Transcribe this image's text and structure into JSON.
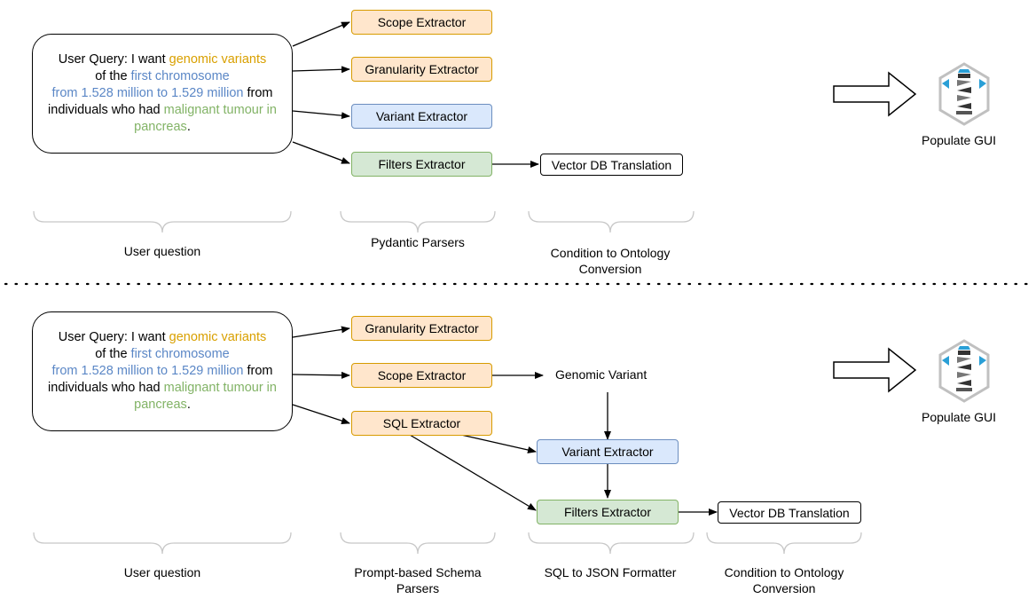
{
  "top": {
    "query": {
      "prefix": "User Query: I want ",
      "highlight_orange": "genomic variants",
      "of_the": "of the ",
      "highlight_blue_1": "first chromosome",
      "highlight_blue_2": "from 1.528 million to 1.529 million",
      "from": " from",
      "individuals": "individuals who had ",
      "highlight_green_1": "malignant tumour in",
      "highlight_green_2": "pancreas",
      "period": "."
    },
    "boxes": {
      "scope": "Scope Extractor",
      "granularity": "Granularity Extractor",
      "variant": "Variant Extractor",
      "filters": "Filters Extractor",
      "vector_db": "Vector DB Translation"
    },
    "labels": {
      "user_question": "User question",
      "parsers": "Pydantic Parsers",
      "condition": "Condition to Ontology Conversion"
    },
    "gui": "Populate GUI"
  },
  "bottom": {
    "query": {
      "prefix": "User Query: I want ",
      "highlight_orange": "genomic variants",
      "of_the": "of the ",
      "highlight_blue_1": "first chromosome",
      "highlight_blue_2": "from 1.528 million to 1.529 million",
      "from": " from",
      "individuals": "individuals who had ",
      "highlight_green_1": "malignant tumour in",
      "highlight_green_2": "pancreas",
      "period": "."
    },
    "boxes": {
      "granularity": "Granularity Extractor",
      "scope": "Scope Extractor",
      "sql": "SQL Extractor",
      "genomic_variant": "Genomic Variant",
      "variant": "Variant Extractor",
      "filters": "Filters Extractor",
      "vector_db": "Vector DB Translation"
    },
    "labels": {
      "user_question": "User question",
      "parsers": "Prompt-based Schema Parsers",
      "formatter": "SQL to JSON Formatter",
      "condition": "Condition to Ontology Conversion"
    },
    "gui": "Populate GUI"
  },
  "colors": {
    "orange_fill": "#ffe6cc",
    "orange_stroke": "#d79b00",
    "blue_fill": "#dae8fc",
    "blue_stroke": "#6c8ebf",
    "green_fill": "#d5e8d4",
    "green_stroke": "#82b366",
    "highlight_orange": "#d9a000",
    "highlight_blue": "#5b87c6",
    "highlight_green": "#82b366"
  },
  "icons": [
    "hollow-right-arrow-icon",
    "beacon-lighthouse-logo"
  ]
}
